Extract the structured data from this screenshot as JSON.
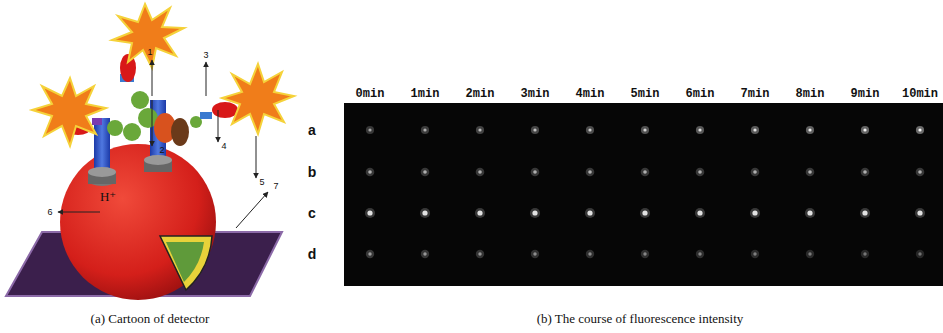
{
  "diagram": {
    "labels": [
      "1",
      "2",
      "3",
      "4",
      "5",
      "6",
      "7",
      "H⁺",
      "0min",
      "1min",
      "2min",
      "3min",
      "4min",
      "5min",
      "6min",
      "7min",
      "8min",
      "9min",
      "10min",
      "a",
      "b",
      "c",
      "d",
      "(a) Cartoon of detector",
      "(b) The course of fluorescence intensity"
    ]
  }
}
